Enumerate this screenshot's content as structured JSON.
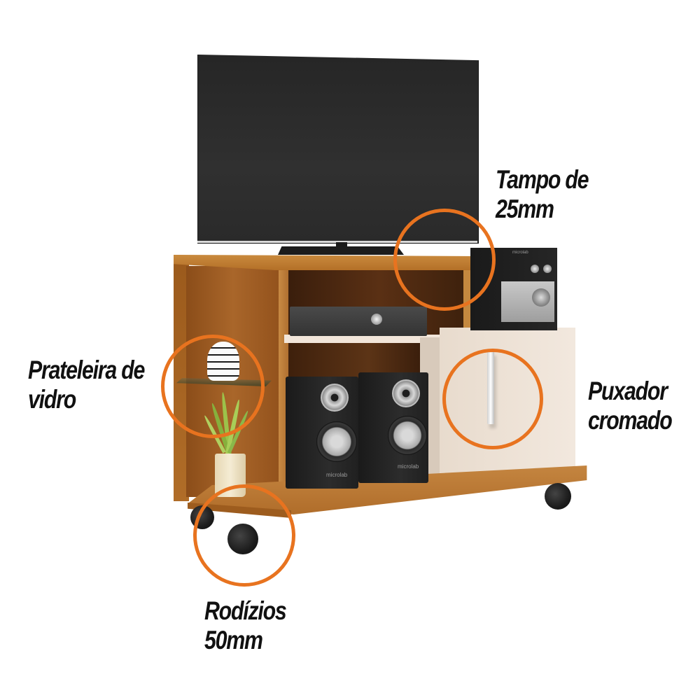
{
  "product": {
    "type": "TV stand / rack with casters",
    "colors": {
      "wood": "#b8742e",
      "cream": "#efe3d6",
      "accent_ring": "#e8731f",
      "tv_screen": "#2c2c2c",
      "label_text": "#111111",
      "background": "#ffffff"
    }
  },
  "callouts": [
    {
      "id": "top",
      "line1": "Tampo de",
      "line2": "25mm"
    },
    {
      "id": "glass-shelf",
      "line1": "Prateleira de",
      "line2": "vidro"
    },
    {
      "id": "handle",
      "line1": "Puxador",
      "line2": "cromado"
    },
    {
      "id": "casters",
      "line1": "Rodízios",
      "line2": "50mm"
    }
  ],
  "props": {
    "speaker_brand": "microlab",
    "subwoofer_brand": "microlab"
  }
}
